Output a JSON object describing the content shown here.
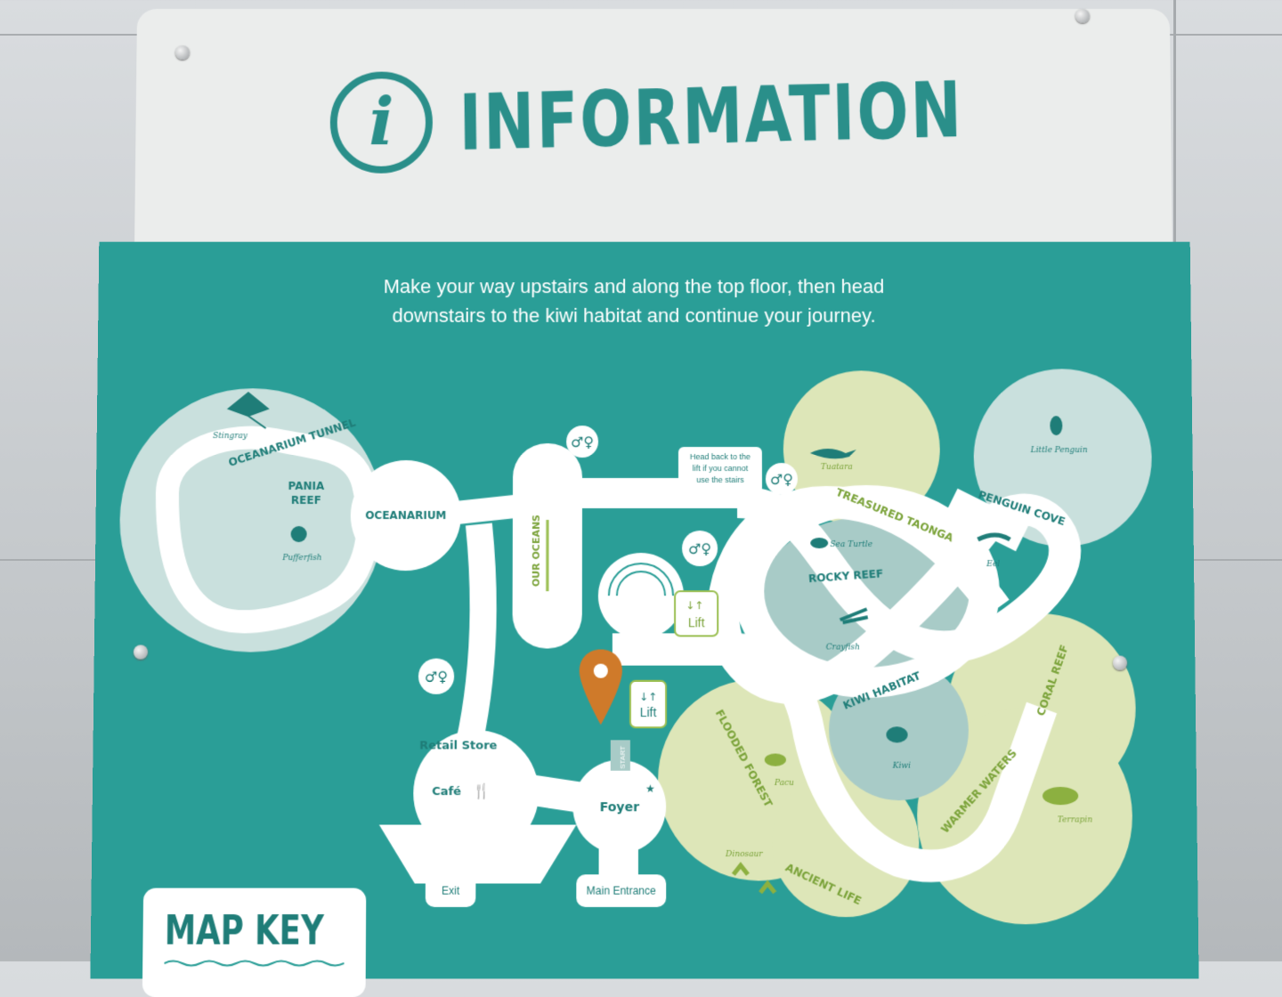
{
  "header": {
    "title": "INFORMATION",
    "icon": "info-icon"
  },
  "intro": {
    "line1": "Make your way upstairs and along the top floor, then head",
    "line2": "downstairs to the kiwi habitat and continue your journey."
  },
  "zones": {
    "oceanarium_tunnel": "OCEANARIUM TUNNEL",
    "pania_reef_1": "PANIA",
    "pania_reef_2": "REEF",
    "oceanarium": "OCEANARIUM",
    "our_oceans": "OUR OCEANS",
    "treasured_taonga": "TREASURED TAONGA",
    "penguin_cove": "PENGUIN COVE",
    "rocky_reef": "ROCKY REEF",
    "kiwi_habitat": "KIWI HABITAT",
    "coral_reef": "CORAL REEF",
    "flooded_forest": "FLOODED FOREST",
    "warmer_waters": "WARMER WATERS",
    "ancient_life": "ANCIENT LIFE"
  },
  "animals": {
    "stingray": "Stingray",
    "pufferfish": "Pufferfish",
    "tuatara": "Tuatara",
    "little_penguin": "Little Penguin",
    "sea_turtle": "Sea Turtle",
    "eel": "Eel",
    "crayfish": "Crayfish",
    "kiwi": "Kiwi",
    "pacu": "Pacu",
    "terrapin": "Terrapin",
    "dinosaur": "Dinosaur"
  },
  "facilities": {
    "retail_store": "Retail Store",
    "cafe": "Café",
    "foyer": "Foyer",
    "exit": "Exit",
    "main_entrance": "Main Entrance",
    "lift_upper": "Lift",
    "lift_lower": "Lift",
    "start": "START"
  },
  "note": {
    "line1": "Head back to the",
    "line2": "lift if you cannot",
    "line3": "use the stairs"
  },
  "map_key": {
    "title": "MAP KEY"
  },
  "colors": {
    "teal": "#2a9e97",
    "dark_teal": "#1f7d78",
    "pale_teal": "#c9e0dd",
    "mid_teal": "#a8cbc7",
    "pale_green": "#dde6b8",
    "green_text": "#7ba33a",
    "pin_orange": "#cf7a2a"
  }
}
